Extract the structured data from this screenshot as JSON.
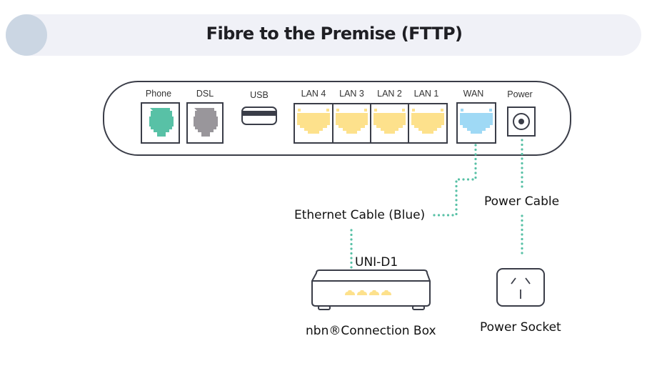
{
  "title": "Fibre to the Premise (FTTP)",
  "colors": {
    "banner": "#f0f1f7",
    "banner_dot": "#cbd6e3",
    "outline": "#3a3d48",
    "phone_port": "#58c1a6",
    "dsl_port": "#99969b",
    "lan_port": "#fde18c",
    "wan_port": "#9fd9f5",
    "cable_dots": "#58c1a6"
  },
  "router": {
    "ports": [
      {
        "label": "Phone",
        "type": "phone"
      },
      {
        "label": "DSL",
        "type": "dsl"
      },
      {
        "label": "USB",
        "type": "usb"
      },
      {
        "label": "LAN 4",
        "type": "lan"
      },
      {
        "label": "LAN 3",
        "type": "lan"
      },
      {
        "label": "LAN 2",
        "type": "lan"
      },
      {
        "label": "LAN 1",
        "type": "lan"
      },
      {
        "label": "WAN",
        "type": "wan"
      },
      {
        "label": "Power",
        "type": "power"
      }
    ]
  },
  "cables": {
    "ethernet_label": "Ethernet Cable (Blue)",
    "power_label": "Power Cable"
  },
  "devices": {
    "uni_label": "UNI-D1",
    "connection_box_label": "nbn®Connection Box",
    "power_socket_label": "Power Socket"
  }
}
